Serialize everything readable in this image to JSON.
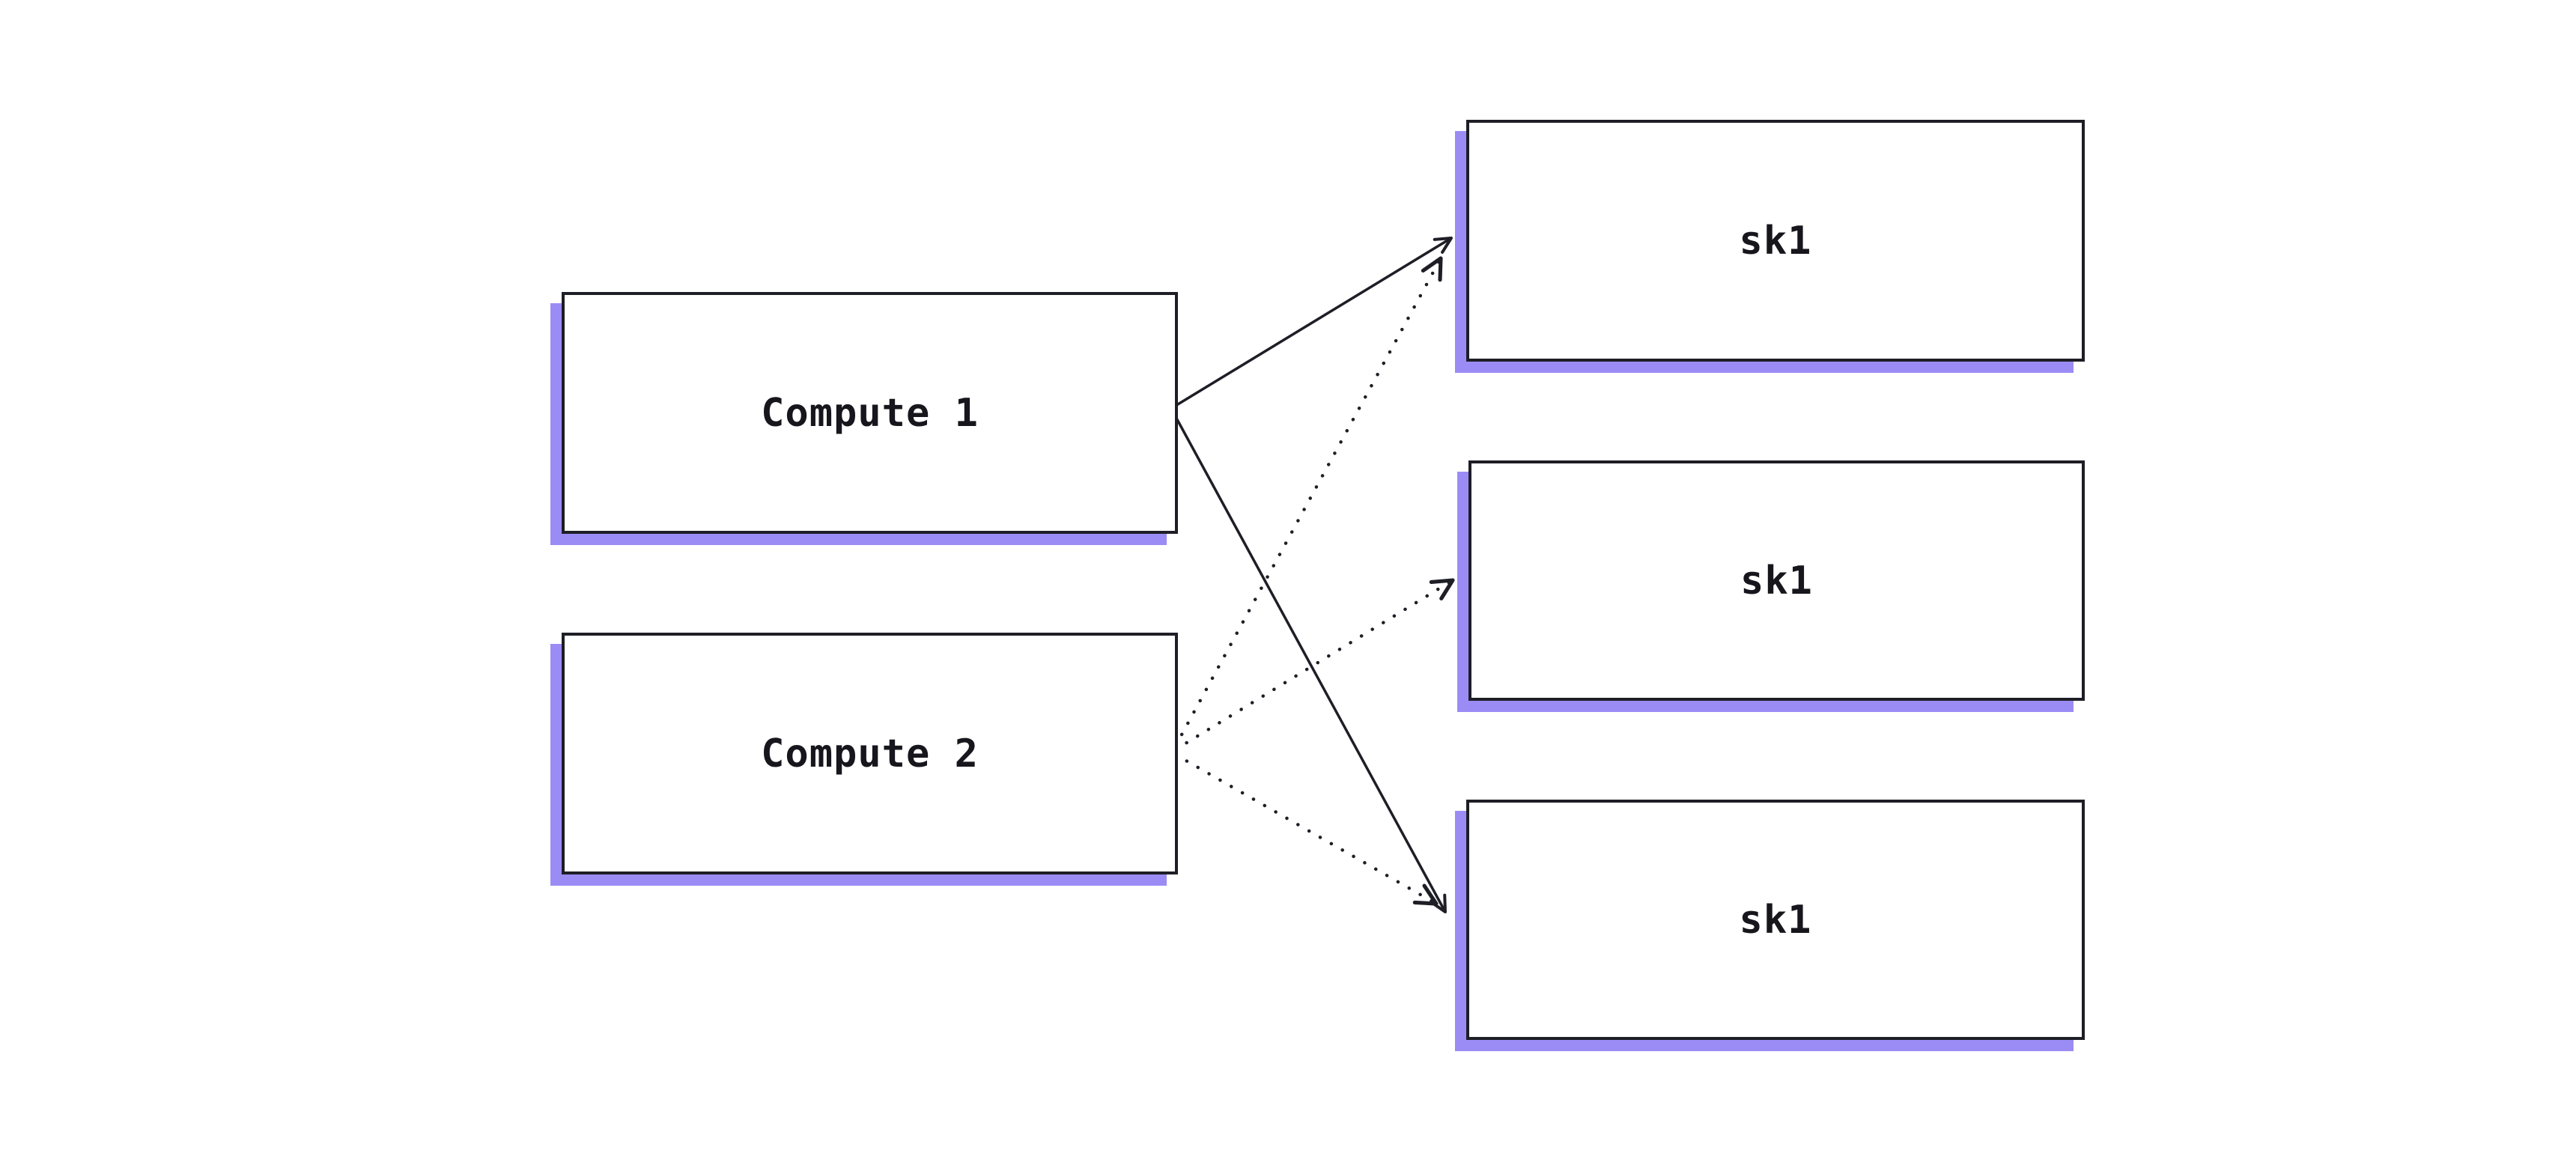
{
  "canvas": {
    "background": "#ffffff"
  },
  "diagram": {
    "style": {
      "node_border_color": "#1e1e26",
      "node_fill_color": "#ffffff",
      "node_shadow_color": "#9b8cf5",
      "edge_color": "#1e1e26",
      "text_color": "#16161c"
    },
    "nodes": [
      {
        "id": "compute1",
        "label": "Compute 1"
      },
      {
        "id": "compute2",
        "label": "Compute 2"
      },
      {
        "id": "sk1a",
        "label": "sk1"
      },
      {
        "id": "sk1b",
        "label": "sk1"
      },
      {
        "id": "sk1c",
        "label": "sk1"
      }
    ],
    "edges": [
      {
        "from": "compute1",
        "to": "sk1a",
        "style": "solid",
        "arrowhead": "open"
      },
      {
        "from": "compute1",
        "to": "sk1c",
        "style": "solid",
        "arrowhead": "open"
      },
      {
        "from": "compute2",
        "to": "sk1a",
        "style": "dotted",
        "arrowhead": "open"
      },
      {
        "from": "compute2",
        "to": "sk1b",
        "style": "dotted",
        "arrowhead": "open"
      },
      {
        "from": "compute2",
        "to": "sk1c",
        "style": "dotted",
        "arrowhead": "open"
      }
    ]
  }
}
